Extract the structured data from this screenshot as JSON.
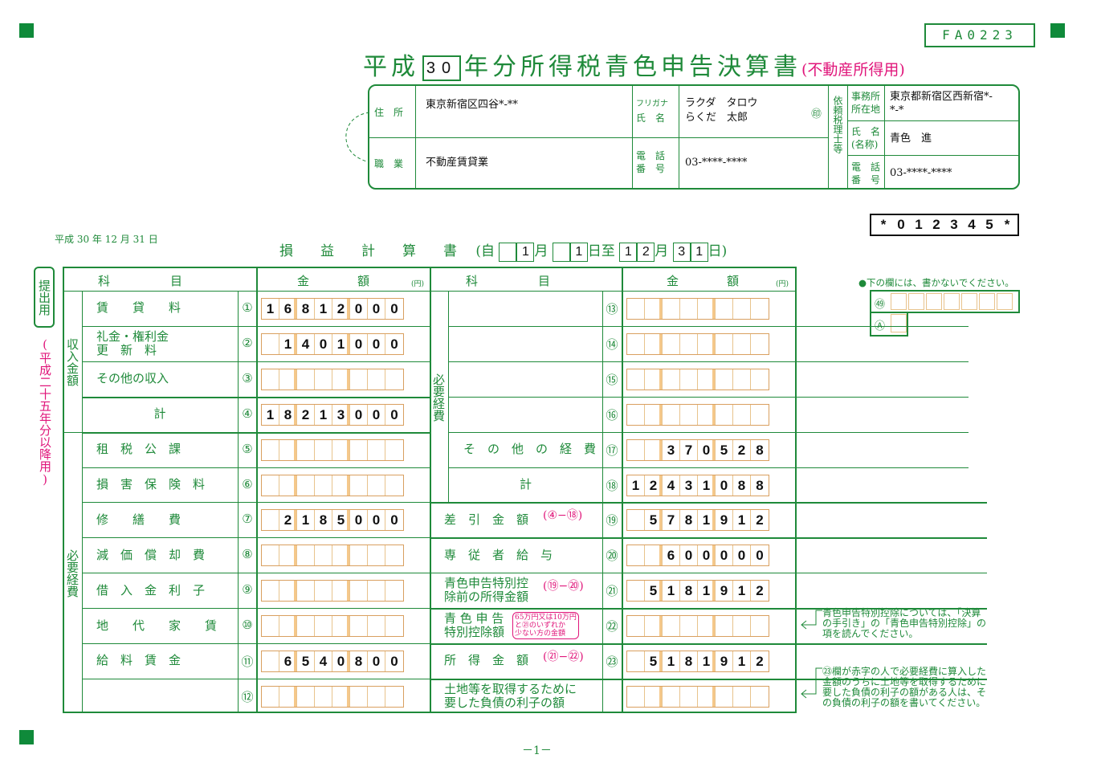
{
  "form_code": "FA0223",
  "title": {
    "era": "平成",
    "year": "30",
    "main": "年分所得税青色申告決算書",
    "sub": "(不動産所得用)"
  },
  "taxpayer": {
    "address_label": "住　所",
    "address": "東京新宿区四谷*-**",
    "occupation_label": "職　業",
    "occupation": "不動産賃貸業",
    "furigana_label": "フリガナ",
    "name_label": "氏　名",
    "furigana": "ラクダ　タロウ",
    "name": "らくだ　太郎",
    "seal": "㊞",
    "phone_label": "電　話\n番　号",
    "phone": "03-****-****"
  },
  "accountant": {
    "section_label": "依頼税理士等",
    "office_label": "事務所\n所在地",
    "office": "東京都新宿区西新宿*-\n*-*",
    "name_label": "氏　名\n(名称)",
    "name": "青色　進",
    "phone_label": "電　話\n番　号",
    "phone": "03-****-****"
  },
  "serial": [
    "*",
    "0",
    "1",
    "2",
    "3",
    "4",
    "5",
    "*"
  ],
  "date_line": "平成 30 年 12 月 31 日",
  "pl": {
    "title": "損　　益　　計　　算　　書",
    "from_label": "(自",
    "from_month": "1",
    "from_day": "1",
    "to_month": "12",
    "to_day": "31",
    "month_label": "月",
    "day_label": "日",
    "to_label": "日至",
    "end": "日)",
    "col_item": "科　　　　　目",
    "col_amount": "金　　　　額",
    "yen": "(円)"
  },
  "side": {
    "box": "提出用",
    "note": "(平成二十五年分以降用)"
  },
  "groups": {
    "income": "収入金額",
    "expenses_left": "必要経費",
    "expenses_right": "必要経費"
  },
  "left_rows": [
    {
      "num": "①",
      "label": "賃　　貸　　料",
      "digits": "16812000"
    },
    {
      "num": "②",
      "label": "礼金・権利金\n更　新　料",
      "digits": "1401000"
    },
    {
      "num": "③",
      "label": "その他の収入",
      "digits": ""
    },
    {
      "num": "④",
      "label": "計",
      "digits": "18213000"
    },
    {
      "num": "⑤",
      "label": "租　税　公　課",
      "digits": ""
    },
    {
      "num": "⑥",
      "label": "損　害　保　険　料",
      "digits": ""
    },
    {
      "num": "⑦",
      "label": "修　　繕　　費",
      "digits": "2185000"
    },
    {
      "num": "⑧",
      "label": "減　価　償　却　費",
      "digits": ""
    },
    {
      "num": "⑨",
      "label": "借　入　金　利　子",
      "digits": ""
    },
    {
      "num": "⑩",
      "label": "地　　代　　家　　賃",
      "digits": ""
    },
    {
      "num": "⑪",
      "label": "給　料　賃　金",
      "digits": "6540800"
    },
    {
      "num": "⑫",
      "label": "",
      "digits": ""
    }
  ],
  "right_rows": [
    {
      "num": "⑬",
      "label": "",
      "digits": ""
    },
    {
      "num": "⑭",
      "label": "",
      "digits": ""
    },
    {
      "num": "⑮",
      "label": "",
      "digits": ""
    },
    {
      "num": "⑯",
      "label": "",
      "digits": ""
    },
    {
      "num": "⑰",
      "label": "そ　の　他　の　経　費",
      "digits": "370528"
    },
    {
      "num": "⑱",
      "label": "計",
      "digits": "12431088"
    },
    {
      "num": "⑲",
      "label": "差　引　金　額",
      "formula": "(④−⑱)",
      "digits": "5781912"
    },
    {
      "num": "⑳",
      "label": "専　従　者　給　与",
      "digits": "600000"
    },
    {
      "num": "㉑",
      "label": "青色申告特別控\n除前の所得金額",
      "formula": "(⑲−⑳)",
      "digits": "5181912"
    },
    {
      "num": "㉒",
      "label": "青 色 申 告\n特別控除額",
      "formula": "65万円又は10万円\nと㉑のいずれか\n少ない方の金額",
      "digits": ""
    },
    {
      "num": "㉓",
      "label": "所　得　金　額",
      "formula": "(㉑−㉒)",
      "digits": "5181912"
    },
    {
      "num": "",
      "label": "土地等を取得するために\n要した負債の利子の額",
      "digits": ""
    }
  ],
  "office_use": {
    "note": "●下の欄には、書かないでください。",
    "r1": "㊾",
    "r2": "Ⓐ"
  },
  "notes": {
    "n1": "青色申告特別控除については、「決算\nの手引き」の「青色申告特別控除」の\n項を読んでください。",
    "n2": "㉓欄が赤字の人で必要経費に算入した\n金額のうちに土地等を取得するために\n要した負債の利子の額がある人は、そ\nの負債の利子の額を書いてください。"
  },
  "page_number": "－1－"
}
